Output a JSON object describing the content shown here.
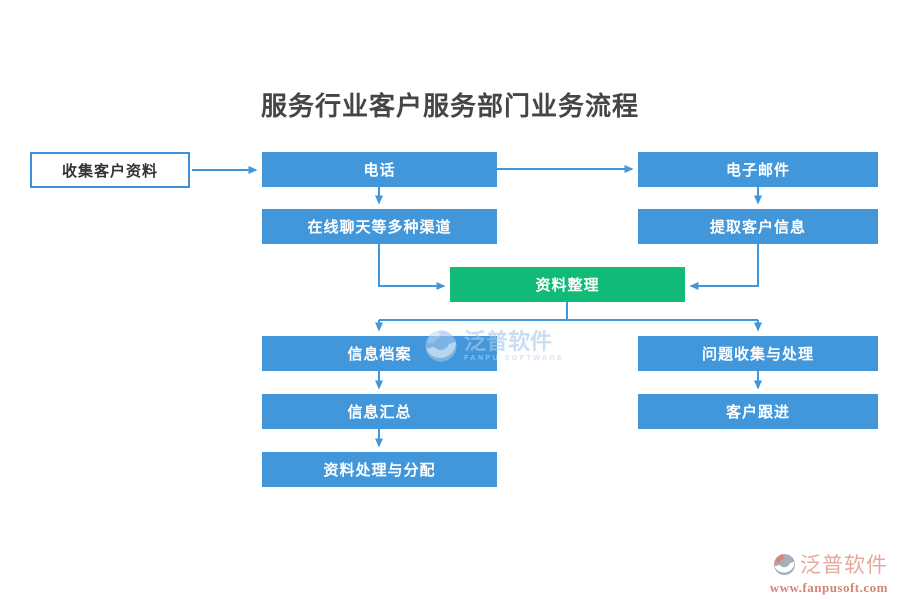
{
  "title": "服务行业客户服务部门业务流程",
  "flowchart": {
    "nodes": {
      "collect_customer_data": {
        "label": "收集客户资料"
      },
      "phone": {
        "label": "电话"
      },
      "email": {
        "label": "电子邮件"
      },
      "online_chat_channels": {
        "label": "在线聊天等多种渠道"
      },
      "extract_customer_info": {
        "label": "提取客户信息"
      },
      "data_organize": {
        "label": "资料整理"
      },
      "info_archive": {
        "label": "信息档案"
      },
      "issue_collect_handle": {
        "label": "问题收集与处理"
      },
      "info_summary": {
        "label": "信息汇总"
      },
      "customer_followup": {
        "label": "客户跟进"
      },
      "data_process_dispatch": {
        "label": "资料处理与分配"
      }
    },
    "colors": {
      "node_blue": "#4297db",
      "node_green": "#12ba78",
      "connector": "#4297db",
      "outline_node_border": "#3d8fd6",
      "title_text": "#454545"
    }
  },
  "watermarks": {
    "center": {
      "name": "泛普软件",
      "subname": "FANPU SOFTWARE"
    },
    "corner": {
      "name": "泛普软件",
      "url": "www.fanpusoft.com"
    }
  }
}
